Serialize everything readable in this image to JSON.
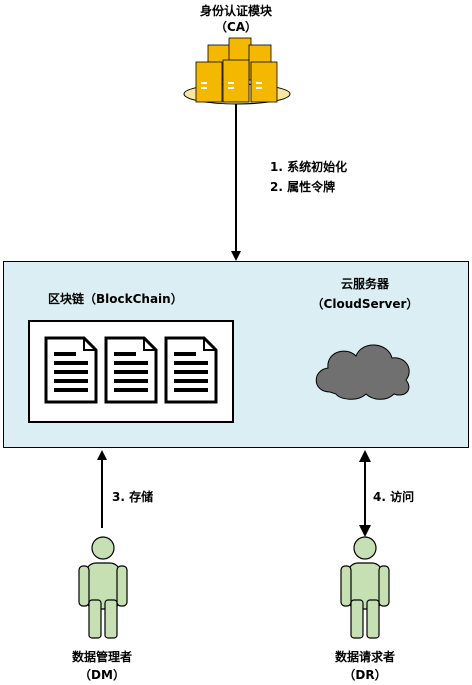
{
  "ca": {
    "title": "身份认证模块",
    "abbr": "（CA）"
  },
  "top_arrow": {
    "step1": "1. 系统初始化",
    "step2": "2. 属性令牌"
  },
  "system": {
    "blockchain_label": "区块链（BlockChain）",
    "cloud_title": "云服务器",
    "cloud_abbr": "（CloudServer）"
  },
  "left_arrow": {
    "label": "3. 存储"
  },
  "right_arrow": {
    "label": "4. 访问"
  },
  "dm": {
    "title": "数据管理者",
    "abbr": "（DM）"
  },
  "dr": {
    "title": "数据请求者",
    "abbr": "（DR）"
  },
  "colors": {
    "server": "#f5b800",
    "server_base": "#f7e7a0",
    "panel": "#daeef3",
    "cloud": "#707070",
    "person": "#c6e0b4"
  }
}
